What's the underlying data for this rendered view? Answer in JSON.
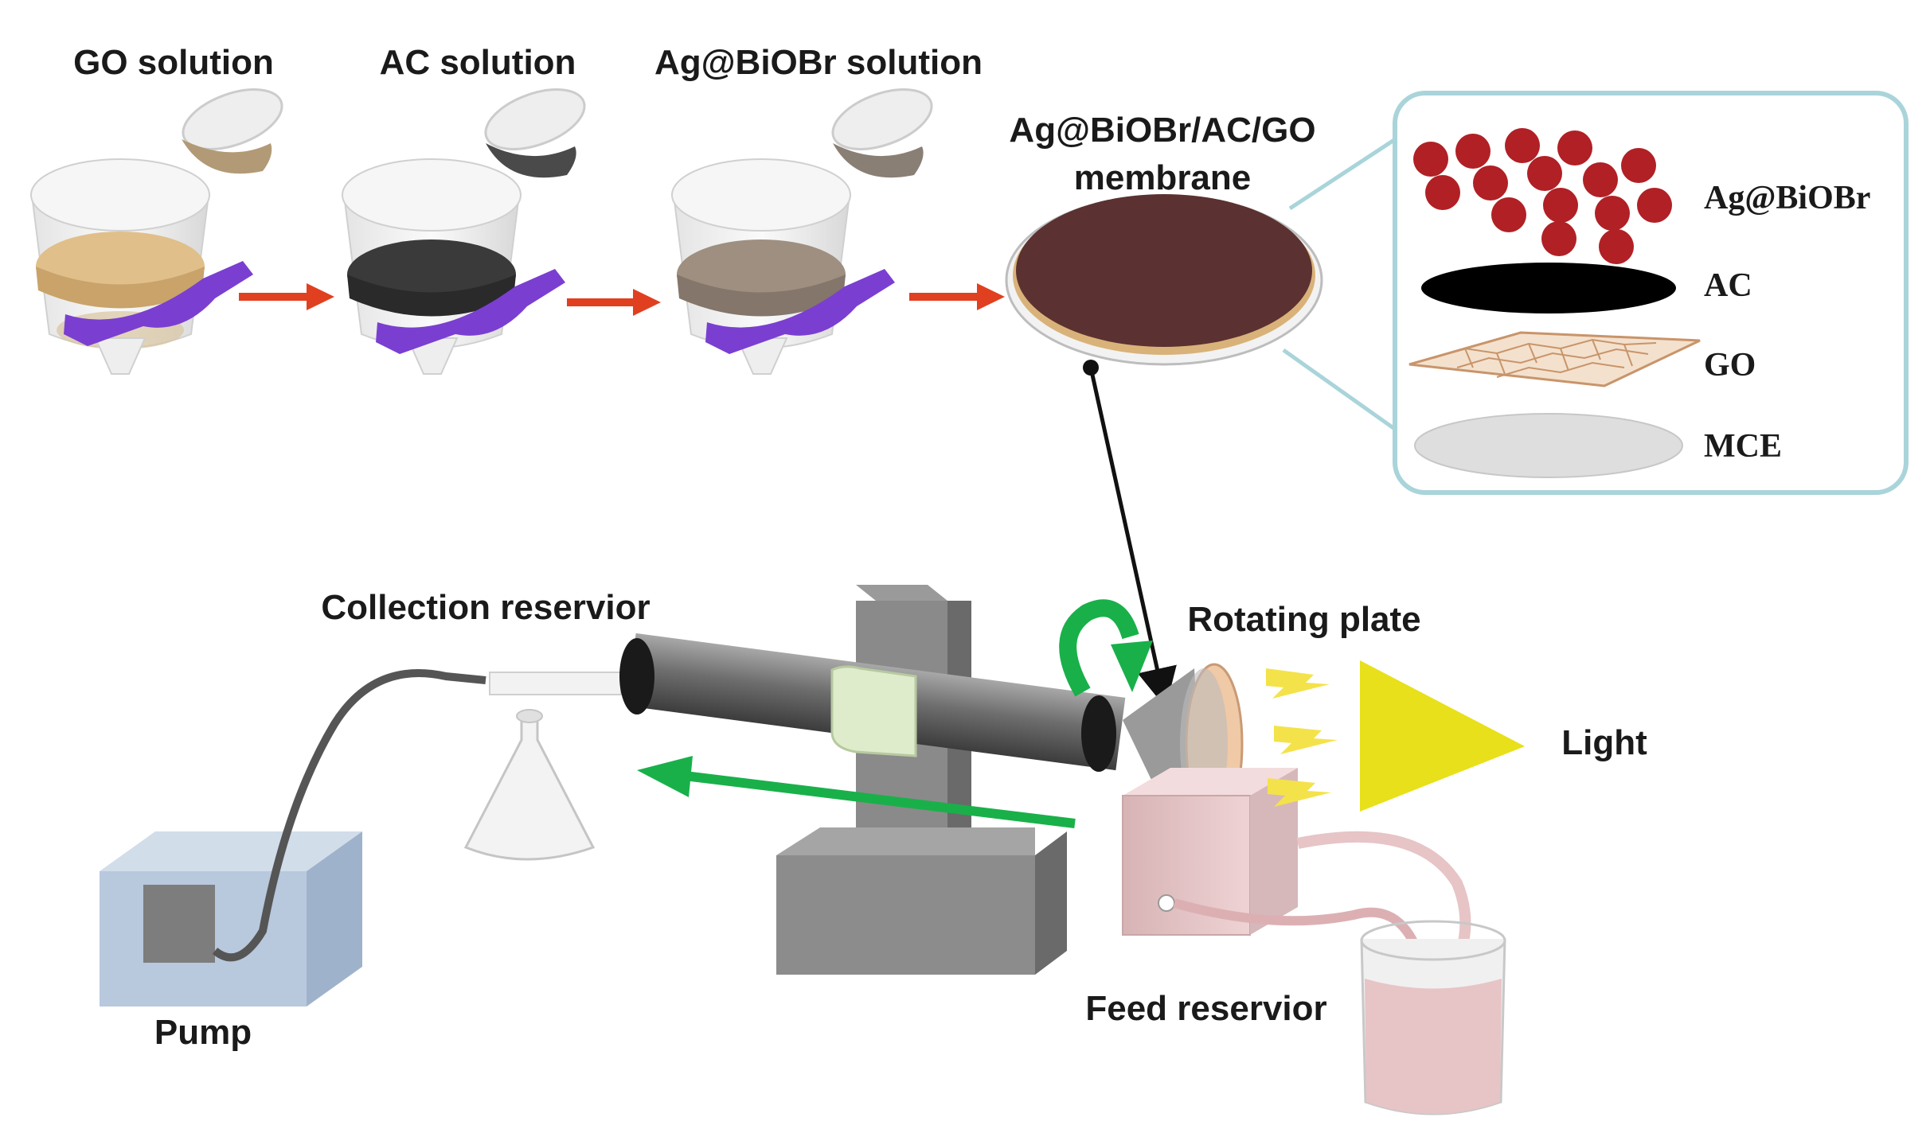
{
  "labels": {
    "go_solution": "GO solution",
    "ac_solution": "AC solution",
    "agbiobr_solution": "Ag@BiOBr solution",
    "membrane_line1": "Ag@BiOBr/AC/GO",
    "membrane_line2": "membrane",
    "collection_reservior": "Collection reservior",
    "rotating_plate": "Rotating plate",
    "light": "Light",
    "pump": "Pump",
    "feed_reservior": "Feed reservior"
  },
  "layers": {
    "agbiobr": "Ag@BiOBr",
    "ac": "AC",
    "go": "GO",
    "mce": "MCE"
  },
  "colors": {
    "go_liquid": "#e0bf8a",
    "ac_liquid": "#3a3a3a",
    "agbiobr_liquid": "#9e8f80",
    "clamp": "#7a3fd0",
    "process_arrow": "#e04020",
    "membrane": "#5b3131",
    "membrane_rim": "#d9b27a",
    "particles": "#b02025",
    "panel_border": "#a9d4da",
    "flow_arrow": "#19b04a",
    "light_cone": "#e8e01a",
    "pump_body": "#b8c8dd",
    "feed_solution": "#e7c4c6"
  },
  "icons": [
    "funnel-icon",
    "beaker-icon",
    "flask-icon",
    "pump-icon",
    "rotate-arrow-icon",
    "lightning-icon"
  ]
}
